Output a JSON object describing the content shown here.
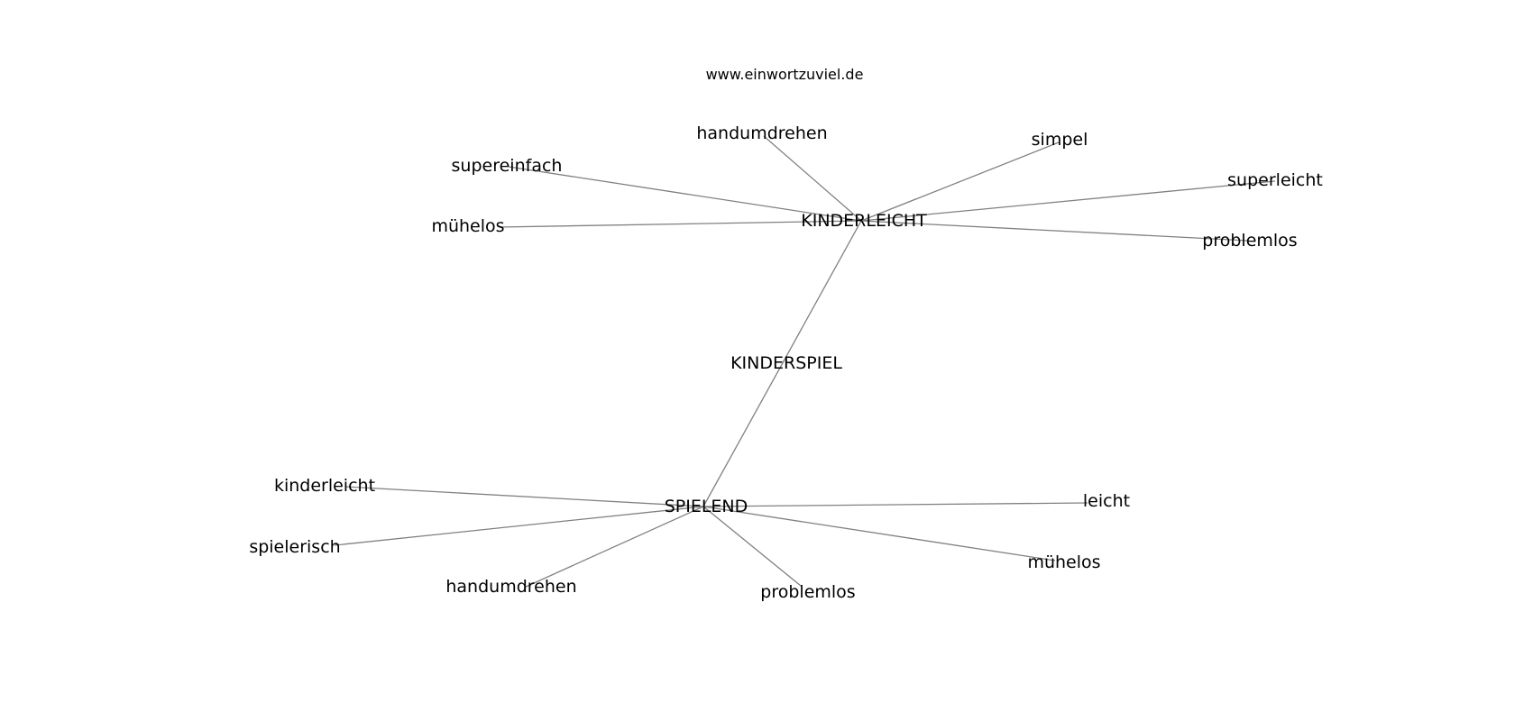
{
  "site_url": "www.einwortzuviel.de",
  "graph": {
    "nodes": [
      {
        "id": "kinderleicht_hub",
        "label": "KINDERLEICHT"
      },
      {
        "id": "kinderspiel",
        "label": "KINDERSPIEL"
      },
      {
        "id": "spielend_hub",
        "label": "SPIELEND"
      },
      {
        "id": "handumdrehen_1",
        "label": "handumdrehen"
      },
      {
        "id": "simpel",
        "label": "simpel"
      },
      {
        "id": "supereinfach",
        "label": "supereinfach"
      },
      {
        "id": "superleicht",
        "label": "superleicht"
      },
      {
        "id": "muehelos_1",
        "label": "mühelos"
      },
      {
        "id": "problemlos_1",
        "label": "problemlos"
      },
      {
        "id": "kinderleicht",
        "label": "kinderleicht"
      },
      {
        "id": "leicht",
        "label": "leicht"
      },
      {
        "id": "spielerisch",
        "label": "spielerisch"
      },
      {
        "id": "muehelos_2",
        "label": "mühelos"
      },
      {
        "id": "handumdrehen_2",
        "label": "handumdrehen"
      },
      {
        "id": "problemlos_2",
        "label": "problemlos"
      }
    ],
    "edges": [
      [
        "kinderleicht_hub",
        "handumdrehen_1"
      ],
      [
        "kinderleicht_hub",
        "simpel"
      ],
      [
        "kinderleicht_hub",
        "supereinfach"
      ],
      [
        "kinderleicht_hub",
        "superleicht"
      ],
      [
        "kinderleicht_hub",
        "muehelos_1"
      ],
      [
        "kinderleicht_hub",
        "problemlos_1"
      ],
      [
        "kinderleicht_hub",
        "spielend_hub"
      ],
      [
        "spielend_hub",
        "kinderleicht"
      ],
      [
        "spielend_hub",
        "leicht"
      ],
      [
        "spielend_hub",
        "spielerisch"
      ],
      [
        "spielend_hub",
        "muehelos_2"
      ],
      [
        "spielend_hub",
        "handumdrehen_2"
      ],
      [
        "spielend_hub",
        "problemlos_2"
      ]
    ]
  }
}
